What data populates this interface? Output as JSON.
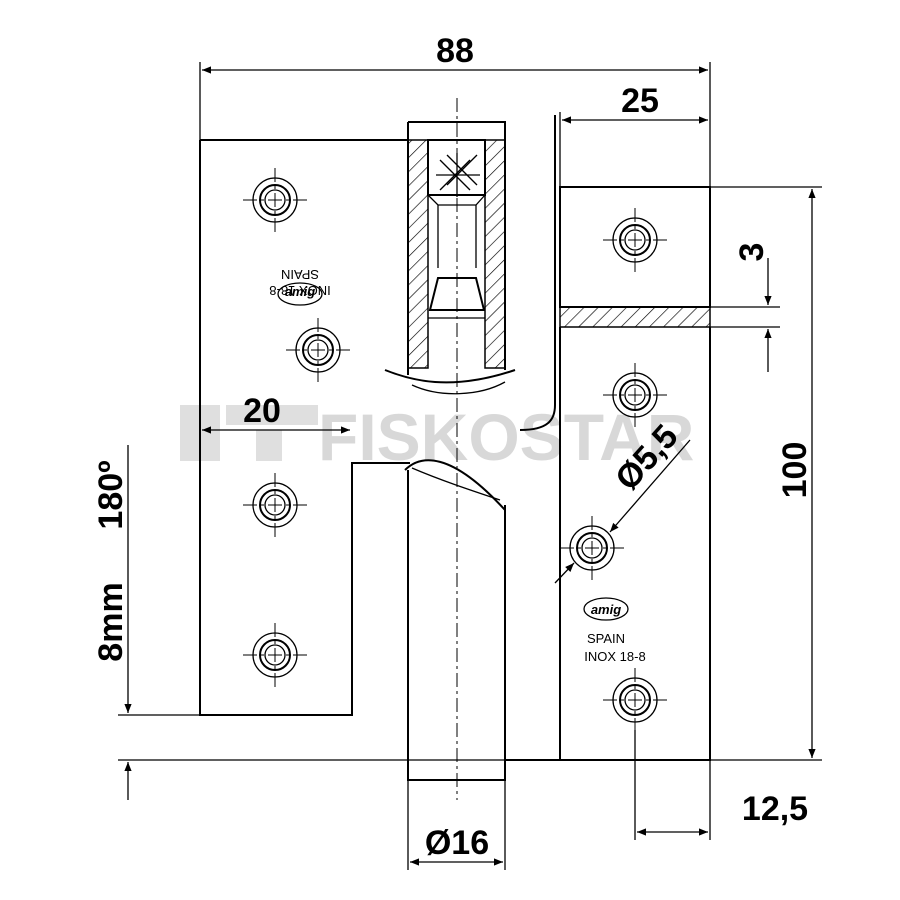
{
  "dimensions": {
    "overall_width": "88",
    "right_leaf_width": "25",
    "leaf_offset": "3",
    "height": "100",
    "notch_width": "20",
    "hole_diameter": "Ø5,5",
    "pin_diameter": "Ø16",
    "hole_edge_distance": "12,5",
    "rotation": "180º",
    "drop": "8mm"
  },
  "stamps": {
    "left": {
      "brand": "amig",
      "origin": "SPAIN",
      "material": "INOX  18-8"
    },
    "right": {
      "brand": "amig",
      "origin": "SPAIN",
      "material": "INOX  18-8"
    }
  },
  "watermark": {
    "text": "FISKOSTAR"
  }
}
